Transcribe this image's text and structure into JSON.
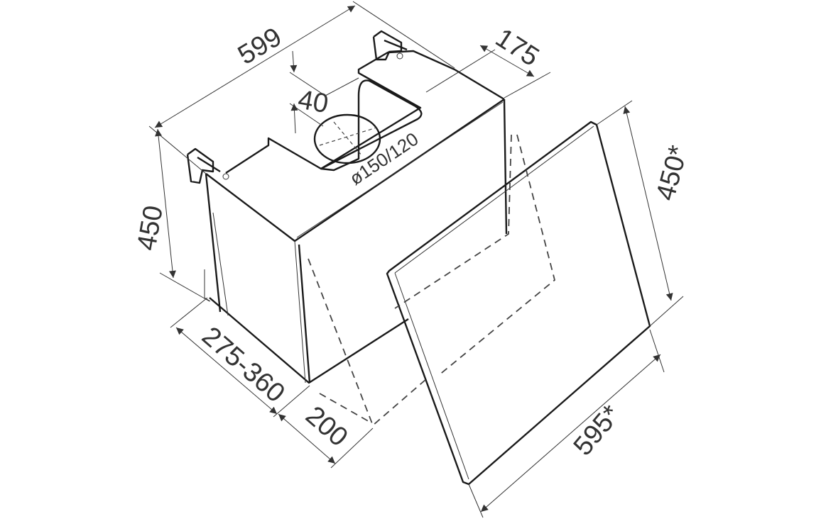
{
  "dimensions": {
    "width": "599",
    "depth_top": "175",
    "outlet_offset": "40",
    "duct_diameter": "ø150/120",
    "height": "450",
    "glass_height": "450*",
    "wall_distance": "275-360",
    "front_depth": "200",
    "glass_width": "595*"
  }
}
